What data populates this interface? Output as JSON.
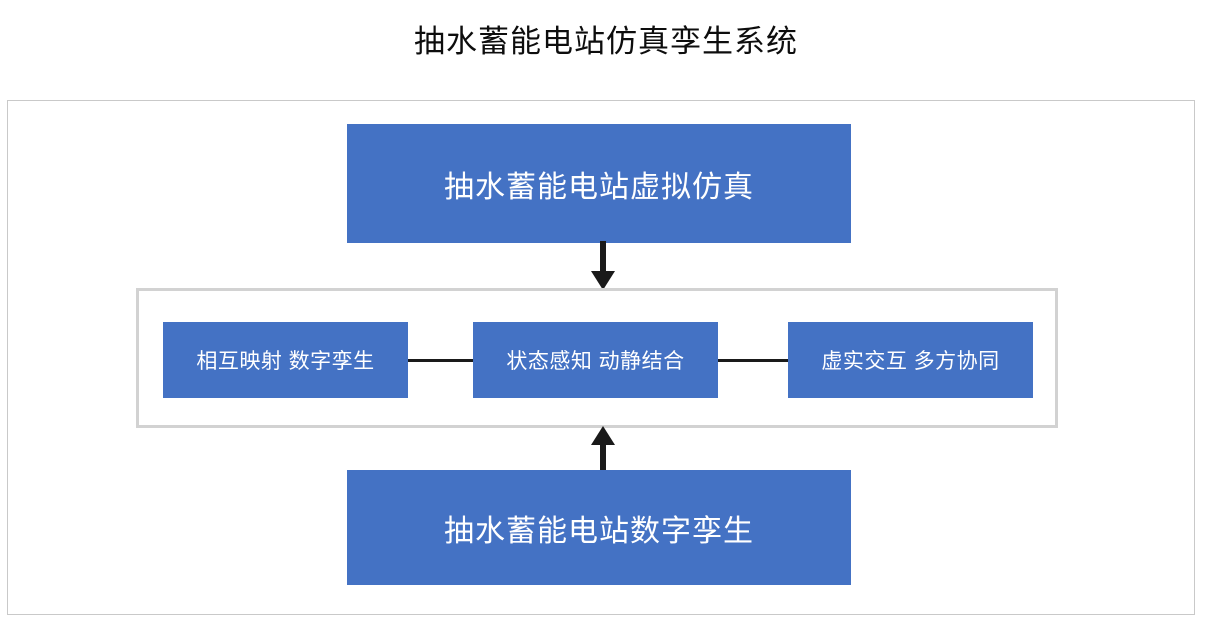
{
  "page": {
    "title": "抽水蓄能电站仿真孪生系统"
  },
  "diagram": {
    "type": "flow-diagram",
    "accent_color": "#4472C4",
    "frame_border_color": "#C9C9C9",
    "container_border_color": "#D2D2D2",
    "arrow_color": "#1A1A1A",
    "top_node": {
      "label": "抽水蓄能电站虚拟仿真"
    },
    "bottom_node": {
      "label": "抽水蓄能电站数字孪生"
    },
    "middle_nodes": [
      {
        "label": "相互映射 数字孪生"
      },
      {
        "label": "状态感知 动静结合"
      },
      {
        "label": "虚实交互 多方协同"
      }
    ],
    "arrows": [
      {
        "name": "top-to-middle",
        "direction": "down"
      },
      {
        "name": "bottom-to-middle",
        "direction": "up"
      }
    ]
  }
}
